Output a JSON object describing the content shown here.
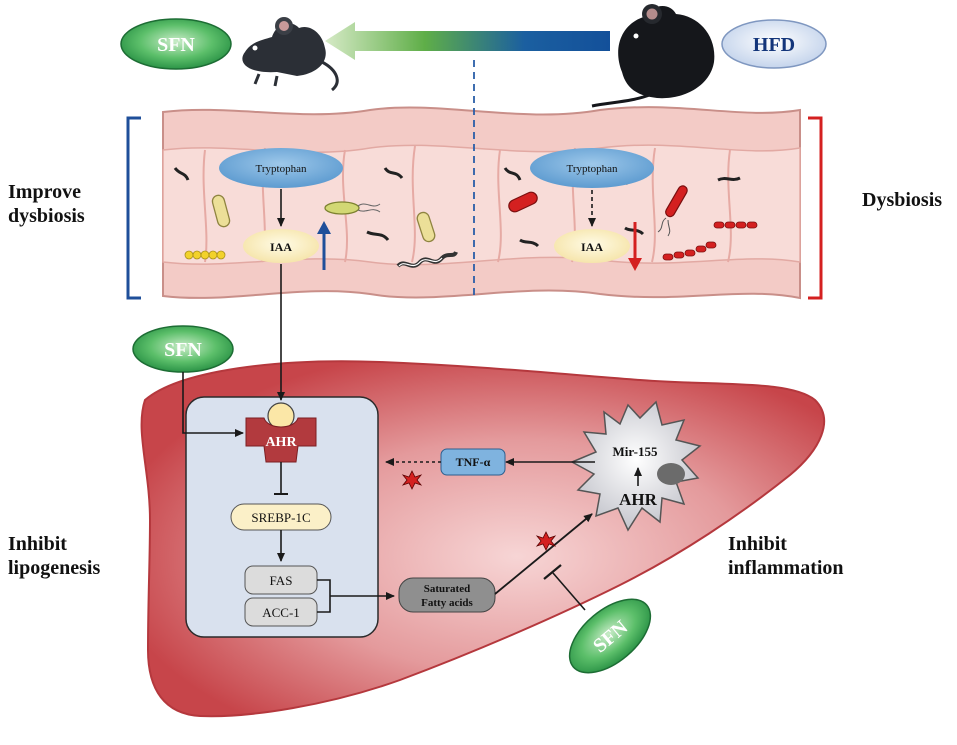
{
  "top": {
    "left_treatment": "SFN",
    "right_treatment": "HFD"
  },
  "gut": {
    "left_label_line1": "Improve",
    "left_label_line2": "dysbiosis",
    "right_label": "Dysbiosis",
    "left_source": "Tryptophan",
    "left_metabolite": "IAA",
    "right_source": "Tryptophan",
    "right_metabolite": "IAA"
  },
  "liver": {
    "sfn_top": "SFN",
    "sfn_bottom": "SFN",
    "receptor": "AHR",
    "srebp": "SREBP-1C",
    "fas": "FAS",
    "acc": "ACC-1",
    "sfa_line1": "Saturated",
    "sfa_line2": "Fatty acids",
    "tnf": "TNF-α",
    "mir": "Mir-155",
    "macrophage_ahr": "AHR",
    "left_label_line1": "Inhibit",
    "left_label_line2": "lipogenesis",
    "right_label_line1": "Inhibit",
    "right_label_line2": "inflammation"
  },
  "colors": {
    "sfn_green": "#2e9a4e",
    "hfd_blue": "#d7e3f4",
    "up_arrow": "#1f4f9a",
    "down_arrow": "#d42020",
    "gut_pink": "#f2c8c4",
    "liver_red": "#c8444a",
    "hepatocyte": "#d9e1ee"
  }
}
